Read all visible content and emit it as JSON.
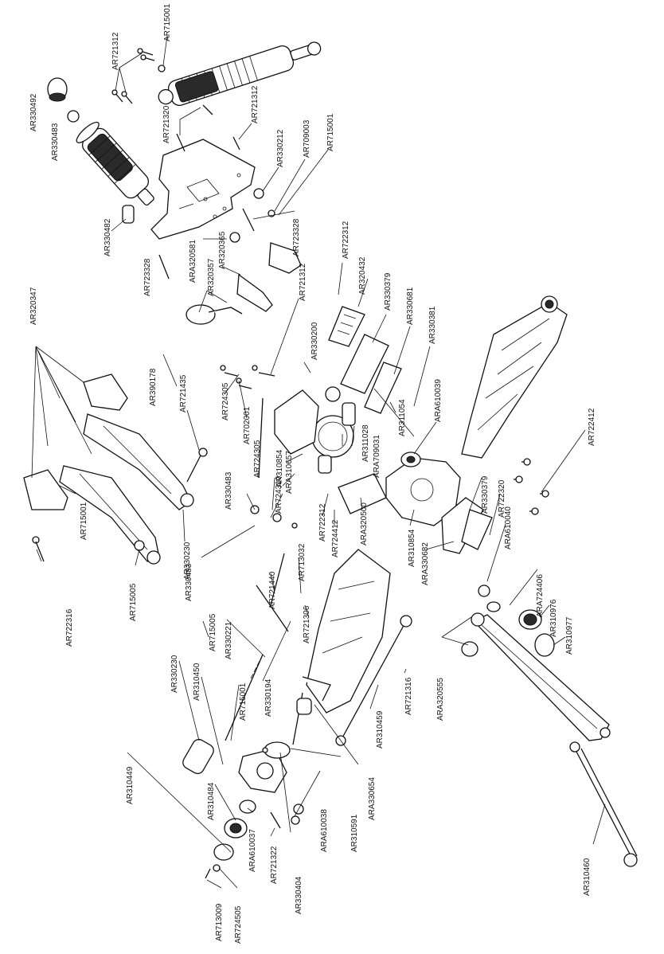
{
  "labels": [
    {
      "id": "l1",
      "text": "AR715001"
    },
    {
      "id": "l2",
      "text": "AR721312"
    },
    {
      "id": "l3",
      "text": "AR330492"
    },
    {
      "id": "l4",
      "text": "AR330483"
    },
    {
      "id": "l5",
      "text": "AR721320"
    },
    {
      "id": "l6",
      "text": "AR721312"
    },
    {
      "id": "l7",
      "text": "AR330212"
    },
    {
      "id": "l8",
      "text": "AR709003"
    },
    {
      "id": "l9",
      "text": "AR715001"
    },
    {
      "id": "l10",
      "text": "AR330482"
    },
    {
      "id": "l11",
      "text": "AR723328"
    },
    {
      "id": "l12",
      "text": "ARA320581"
    },
    {
      "id": "l13",
      "text": "AR320365"
    },
    {
      "id": "l14",
      "text": "AR723328"
    },
    {
      "id": "l15",
      "text": "AR320357"
    },
    {
      "id": "l16",
      "text": "AR722312"
    },
    {
      "id": "l17",
      "text": "AR320432"
    },
    {
      "id": "l18",
      "text": "AR330379"
    },
    {
      "id": "l19",
      "text": "AR330681"
    },
    {
      "id": "l20",
      "text": "AR330381"
    },
    {
      "id": "l21",
      "text": "AR320347"
    },
    {
      "id": "l22",
      "text": "AR721312"
    },
    {
      "id": "l23",
      "text": "AR330200"
    },
    {
      "id": "l24",
      "text": "AR390178"
    },
    {
      "id": "l25",
      "text": "AR721435"
    },
    {
      "id": "l26",
      "text": "AR724305"
    },
    {
      "id": "l27",
      "text": "AR702001"
    },
    {
      "id": "l28",
      "text": "ARA610039"
    },
    {
      "id": "l29",
      "text": "AR311054"
    },
    {
      "id": "l30",
      "text": "AR311028"
    },
    {
      "id": "l31",
      "text": "ARA709031"
    },
    {
      "id": "l32",
      "text": "AR310854"
    },
    {
      "id": "l33",
      "text": "ARA310657"
    },
    {
      "id": "l34",
      "text": "AR724305"
    },
    {
      "id": "l35",
      "text": "AR724310"
    },
    {
      "id": "l36",
      "text": "AR330483"
    },
    {
      "id": "l37",
      "text": "AR722412"
    },
    {
      "id": "l38",
      "text": "AR715001"
    },
    {
      "id": "l39",
      "text": "AR722312"
    },
    {
      "id": "l40",
      "text": "AR724412"
    },
    {
      "id": "l41",
      "text": "ARA320500"
    },
    {
      "id": "l42",
      "text": "AR330379"
    },
    {
      "id": "l43",
      "text": "AR722320"
    },
    {
      "id": "l44",
      "text": "ARA610040"
    },
    {
      "id": "l45",
      "text": "AR310854"
    },
    {
      "id": "l46",
      "text": "ARA330682"
    },
    {
      "id": "l47",
      "text": "AR330230"
    },
    {
      "id": "l48",
      "text": "AR713032"
    },
    {
      "id": "l49",
      "text": "AR330483"
    },
    {
      "id": "l50",
      "text": "AR721440"
    },
    {
      "id": "l51",
      "text": "AR722316"
    },
    {
      "id": "l52",
      "text": "AR715005"
    },
    {
      "id": "l53",
      "text": "AR715005"
    },
    {
      "id": "l54",
      "text": "AR330221"
    },
    {
      "id": "l55",
      "text": "AR721306"
    },
    {
      "id": "l56",
      "text": "ARA724406"
    },
    {
      "id": "l57",
      "text": "AR310976"
    },
    {
      "id": "l58",
      "text": "AR310977"
    },
    {
      "id": "l59",
      "text": "AR330230"
    },
    {
      "id": "l60",
      "text": "AR310450"
    },
    {
      "id": "l61",
      "text": "AR715001"
    },
    {
      "id": "l62",
      "text": "AR330194"
    },
    {
      "id": "l63",
      "text": "AR721316"
    },
    {
      "id": "l64",
      "text": "ARA320555"
    },
    {
      "id": "l65",
      "text": "AR310459"
    },
    {
      "id": "l66",
      "text": "AR310449"
    },
    {
      "id": "l67",
      "text": "AR310484"
    },
    {
      "id": "l68",
      "text": "ARA330654"
    },
    {
      "id": "l69",
      "text": "AR310591"
    },
    {
      "id": "l70",
      "text": "ARA610038"
    },
    {
      "id": "l71",
      "text": "ARA610037"
    },
    {
      "id": "l72",
      "text": "AR721322"
    },
    {
      "id": "l73",
      "text": "AR330404"
    },
    {
      "id": "l74",
      "text": "AR713009"
    },
    {
      "id": "l75",
      "text": "AR724505"
    },
    {
      "id": "l76",
      "text": "AR310460"
    }
  ]
}
